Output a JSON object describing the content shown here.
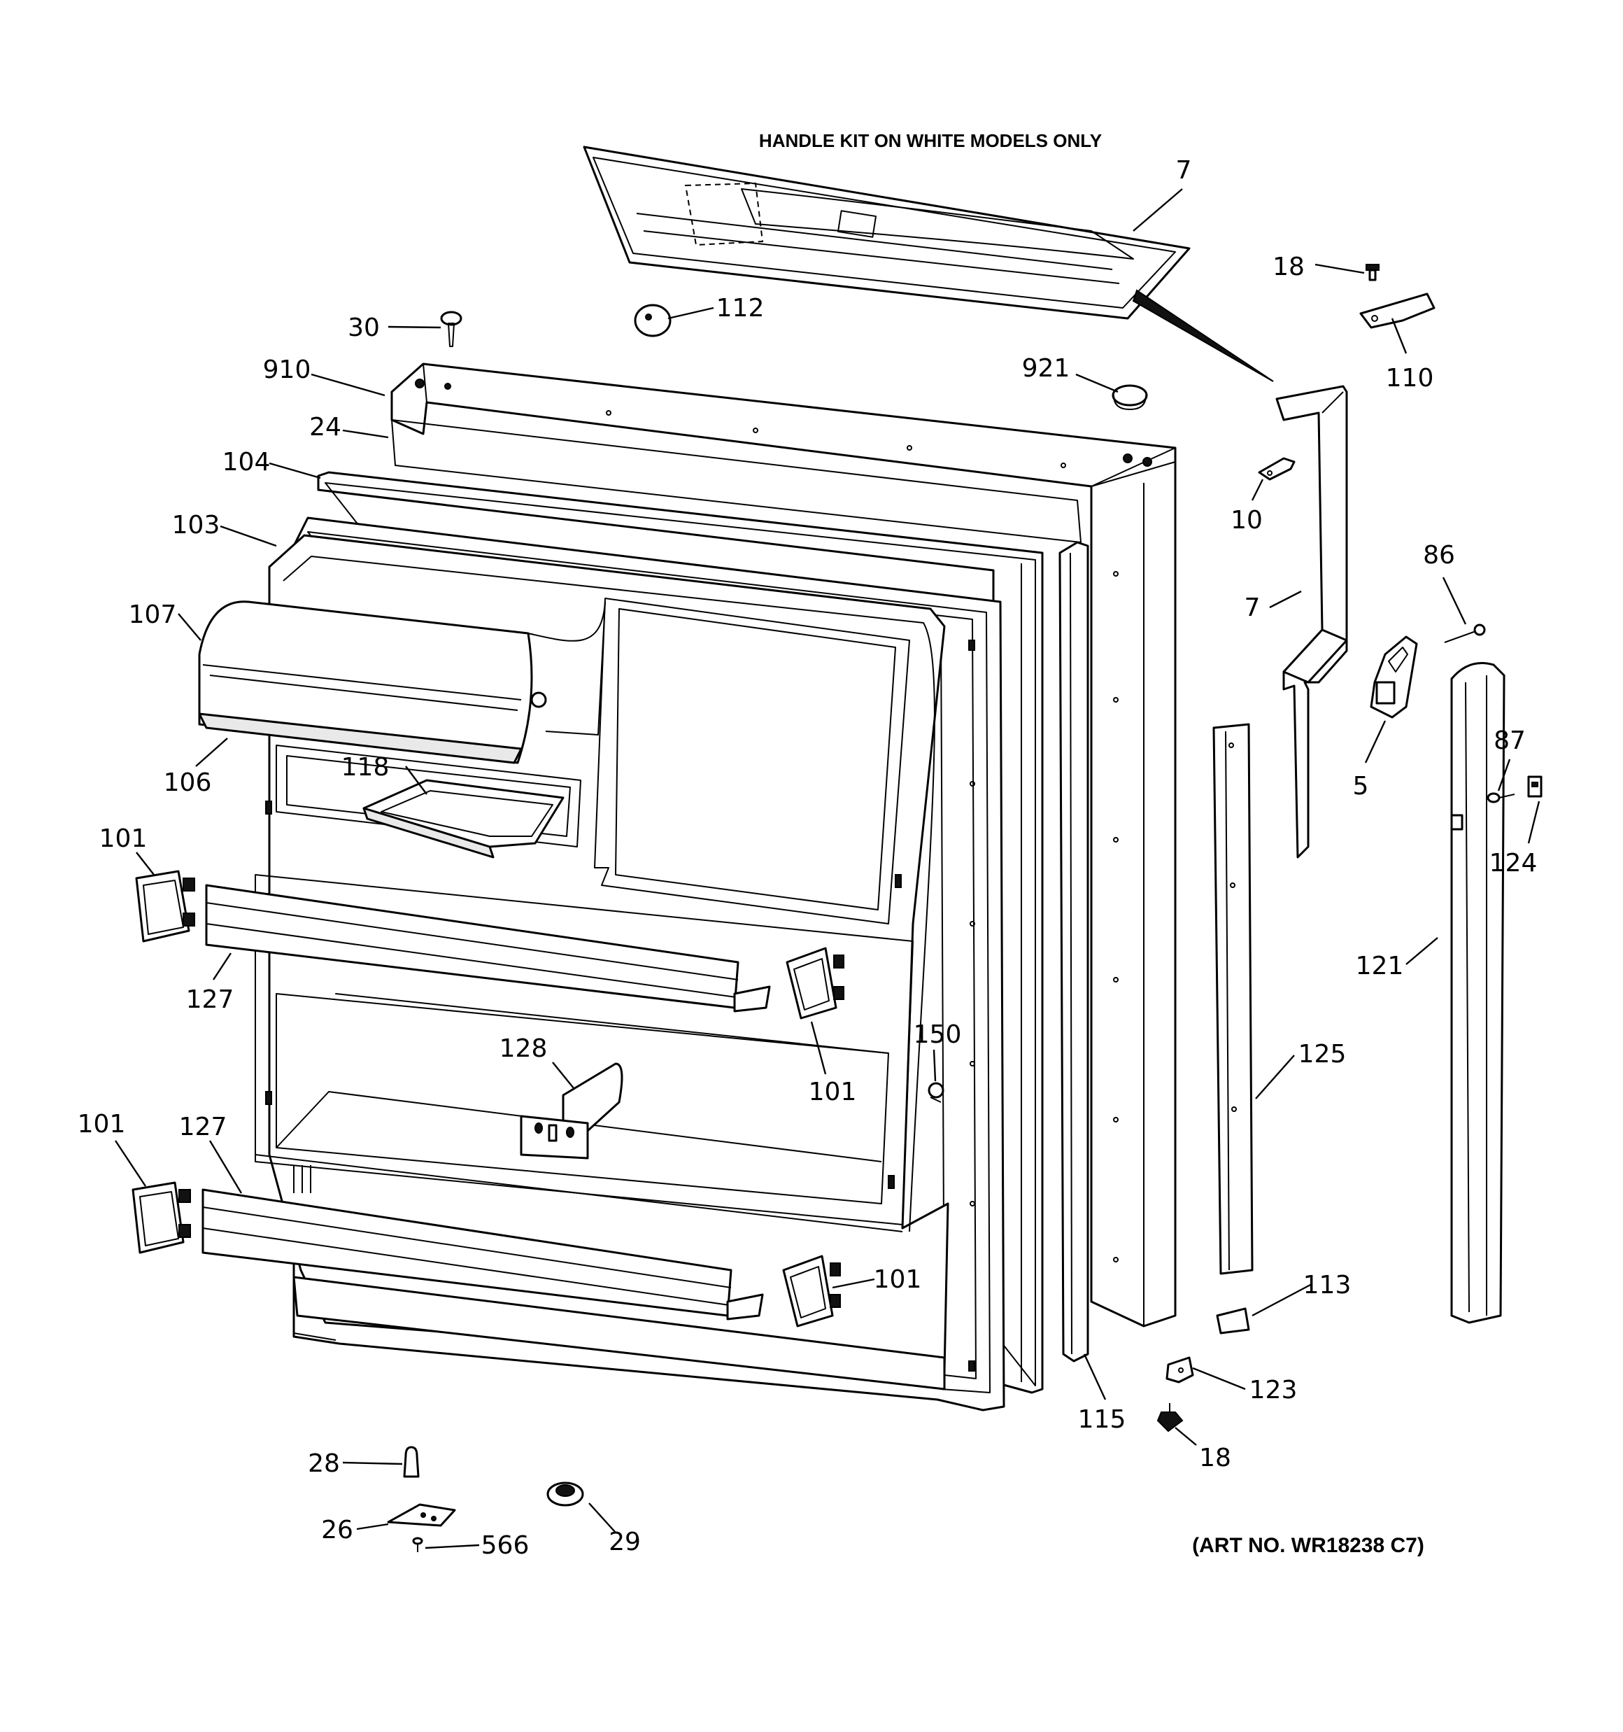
{
  "header": {
    "caption": "HANDLE KIT ON WHITE MODELS ONLY"
  },
  "footer": {
    "art_number": "(ART NO. WR18238 C7)"
  },
  "callouts": [
    {
      "id": "c7a",
      "label": "7"
    },
    {
      "id": "c18a",
      "label": "18"
    },
    {
      "id": "c110",
      "label": "110"
    },
    {
      "id": "c112",
      "label": "112"
    },
    {
      "id": "c30",
      "label": "30"
    },
    {
      "id": "c910",
      "label": "910"
    },
    {
      "id": "c921",
      "label": "921"
    },
    {
      "id": "c24",
      "label": "24"
    },
    {
      "id": "c104",
      "label": "104"
    },
    {
      "id": "c10",
      "label": "10"
    },
    {
      "id": "c103",
      "label": "103"
    },
    {
      "id": "c86",
      "label": "86"
    },
    {
      "id": "c7b",
      "label": "7"
    },
    {
      "id": "c107",
      "label": "107"
    },
    {
      "id": "c87",
      "label": "87"
    },
    {
      "id": "c5",
      "label": "5"
    },
    {
      "id": "c106",
      "label": "106"
    },
    {
      "id": "c118",
      "label": "118"
    },
    {
      "id": "c101a",
      "label": "101"
    },
    {
      "id": "c124",
      "label": "124"
    },
    {
      "id": "c121",
      "label": "121"
    },
    {
      "id": "c127a",
      "label": "127"
    },
    {
      "id": "c150",
      "label": "150"
    },
    {
      "id": "c128",
      "label": "128"
    },
    {
      "id": "c125",
      "label": "125"
    },
    {
      "id": "c101b",
      "label": "101"
    },
    {
      "id": "c101c",
      "label": "101"
    },
    {
      "id": "c127b",
      "label": "127"
    },
    {
      "id": "c101d",
      "label": "101"
    },
    {
      "id": "c113",
      "label": "113"
    },
    {
      "id": "c123",
      "label": "123"
    },
    {
      "id": "c115",
      "label": "115"
    },
    {
      "id": "c18b",
      "label": "18"
    },
    {
      "id": "c28",
      "label": "28"
    },
    {
      "id": "c26",
      "label": "26"
    },
    {
      "id": "c566",
      "label": "566"
    },
    {
      "id": "c29",
      "label": "29"
    }
  ]
}
